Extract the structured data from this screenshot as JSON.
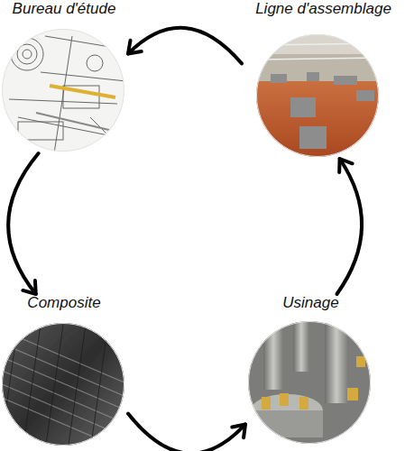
{
  "diagram": {
    "nodes": [
      {
        "text": [
          "Bureau d'étude"
        ]
      },
      {
        "text": [
          "Ligne d'assemblage"
        ]
      },
      {
        "text": [
          "Composite"
        ]
      },
      {
        "text": [
          "Usinage"
        ]
      }
    ],
    "edges": [
      {
        "from": 0,
        "to": 2,
        "arrow": "to"
      },
      {
        "from": 2,
        "to": 3,
        "arrow": "to"
      },
      {
        "from": 3,
        "to": 1,
        "arrow": "to"
      },
      {
        "from": 1,
        "to": 0,
        "arrow": "to"
      }
    ]
  }
}
